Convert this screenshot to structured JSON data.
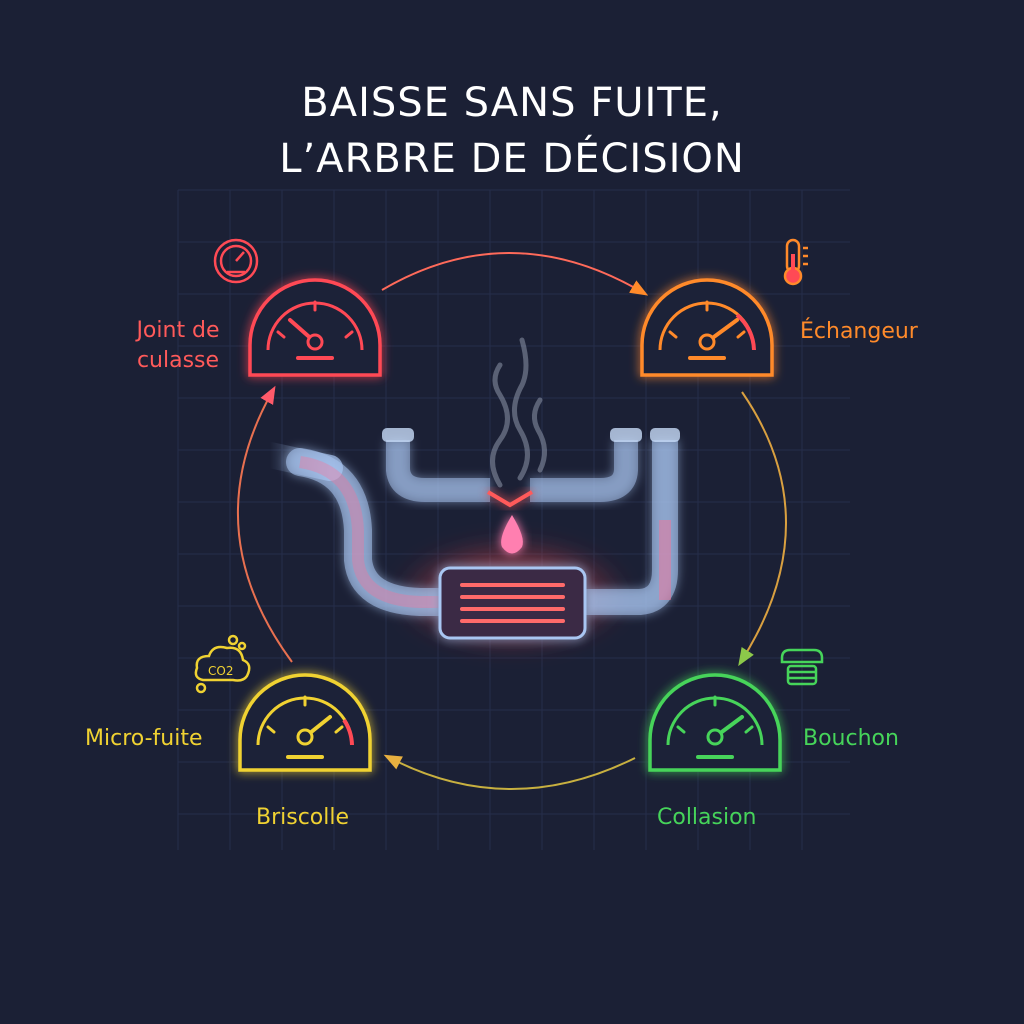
{
  "title": {
    "line1": "BAISSE SANS FUITE,",
    "line2": "L’ARBRE DE DÉCISION"
  },
  "colors": {
    "background": "#1b2035",
    "red": "#ff4a55",
    "orange": "#ff8a2a",
    "green": "#46d45a",
    "yellow": "#f0d232",
    "pipe": "#a9c6f2"
  },
  "nodes": {
    "head_gasket": {
      "label_line1": "Joint de",
      "label_line2": "culasse",
      "icon": "gauge-icon"
    },
    "exchanger": {
      "label": "Échangeur",
      "icon": "thermometer-icon"
    },
    "cap": {
      "label": "Bouchon",
      "sublabel": "Collasion",
      "icon": "radiator-cap-icon"
    },
    "micro_leak": {
      "label": "Micro-fuite",
      "sublabel": "Briscolle",
      "icon": "co2-cloud-icon"
    }
  },
  "co2_text": "CO2"
}
